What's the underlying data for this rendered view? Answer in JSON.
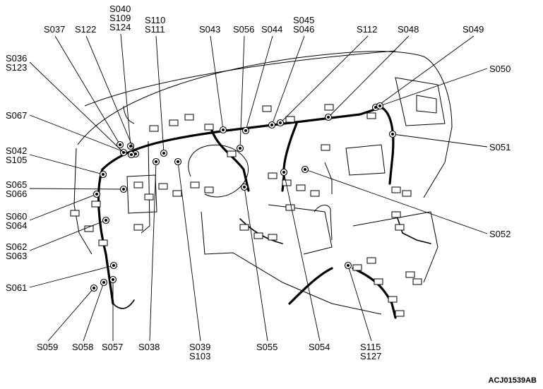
{
  "diagram": {
    "code": "ACJ01539AB",
    "splice_labels": [
      [
        "S040",
        "S109",
        "S124"
      ],
      [
        "S110",
        "S111"
      ],
      [
        "S045",
        "S046"
      ],
      [
        "S037"
      ],
      [
        "S122"
      ],
      [
        "S043"
      ],
      [
        "S056"
      ],
      [
        "S044"
      ],
      [
        "S112"
      ],
      [
        "S048"
      ],
      [
        "S049"
      ],
      [
        "S036",
        "S123"
      ],
      [
        "S050"
      ],
      [
        "S067"
      ],
      [
        "S051"
      ],
      [
        "S042",
        "S105"
      ],
      [
        "S065",
        "S066"
      ],
      [
        "S060",
        "S064"
      ],
      [
        "S052"
      ],
      [
        "S062",
        "S063"
      ],
      [
        "S061"
      ],
      [
        "S059"
      ],
      [
        "S058"
      ],
      [
        "S057"
      ],
      [
        "S038"
      ],
      [
        "S039",
        "S103"
      ],
      [
        "S055"
      ],
      [
        "S054"
      ],
      [
        "S115",
        "S127"
      ]
    ]
  }
}
